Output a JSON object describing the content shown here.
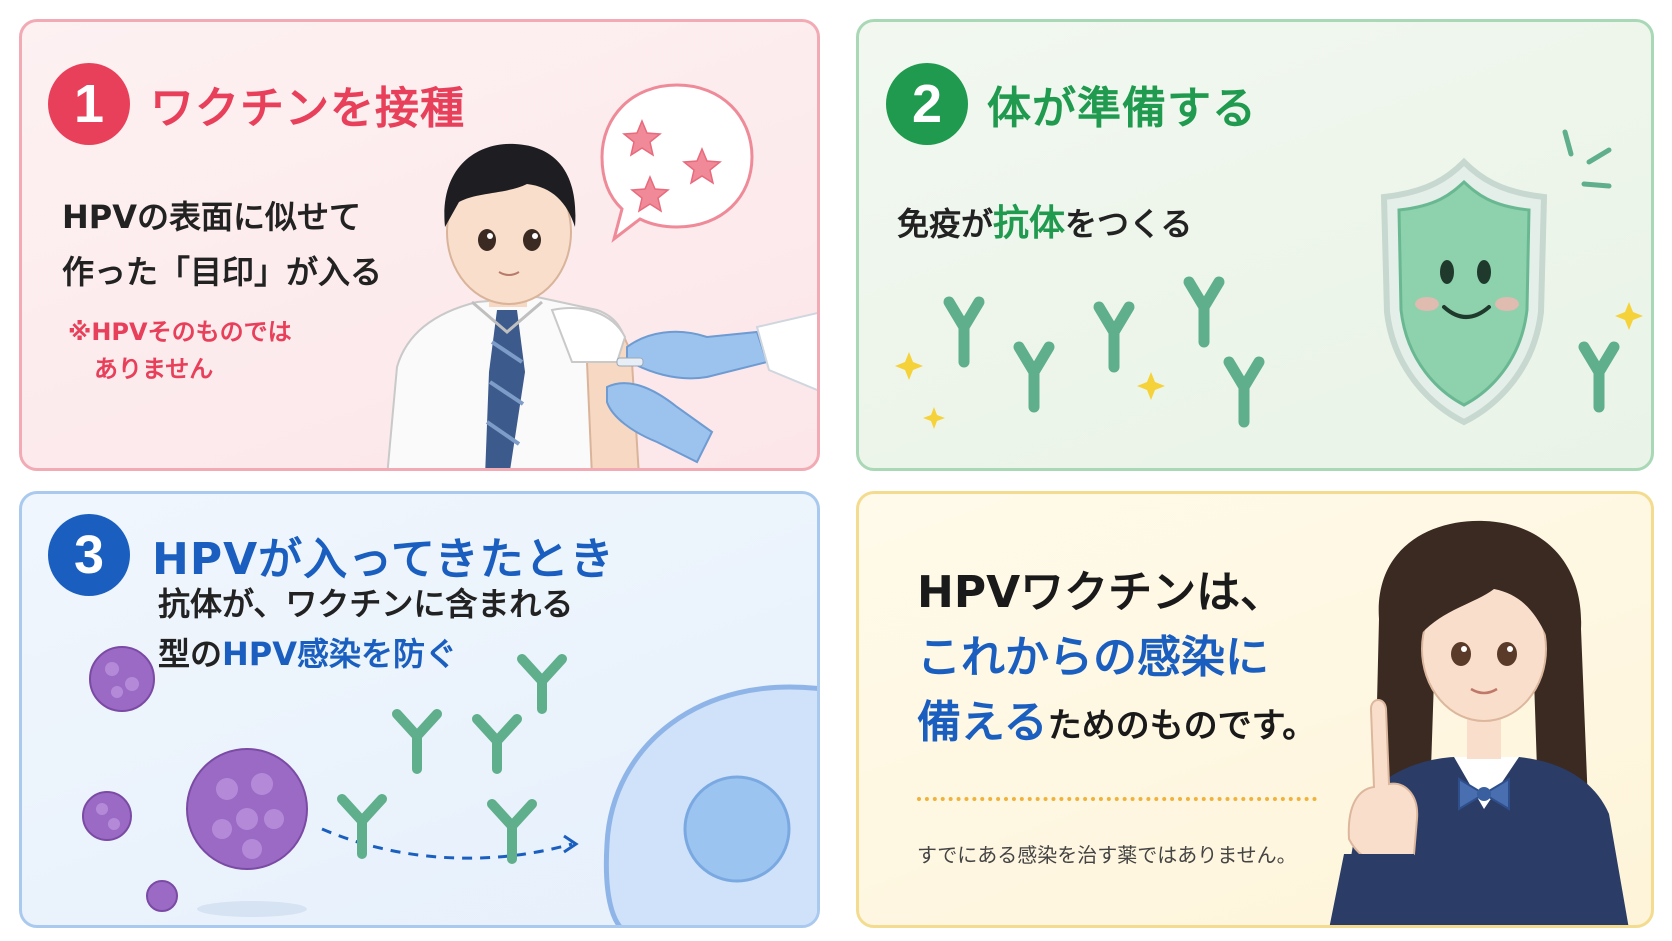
{
  "panel1": {
    "number": "1",
    "title": "ワクチンを接種",
    "body_line1": "HPVの表面に似せて",
    "body_line2": "作った「目印」が入る",
    "note_line1": "※HPVそのものでは",
    "note_line2": "ありません"
  },
  "panel2": {
    "number": "2",
    "title": "体が準備する",
    "body_prefix": "免疫が",
    "body_highlight": "抗体",
    "body_suffix": "をつくる"
  },
  "panel3": {
    "number": "3",
    "title": "HPVが入ってきたとき",
    "body_line1": "抗体が、ワクチンに含まれる",
    "body_line2_prefix": "型の",
    "body_line2_highlight": "HPV感染を防ぐ"
  },
  "panel4": {
    "line1": "HPVワクチンは、",
    "line2": "これからの感染に",
    "line3_highlight": "備える",
    "line3_suffix": "ためのものです。",
    "note": "すでにある感染を治す薬ではありません。"
  },
  "colors": {
    "pink": "#e8405a",
    "green": "#1f9a4e",
    "blue": "#1a5fbf",
    "antibody": "#5fae8c",
    "virus": "#9a6ac4"
  }
}
